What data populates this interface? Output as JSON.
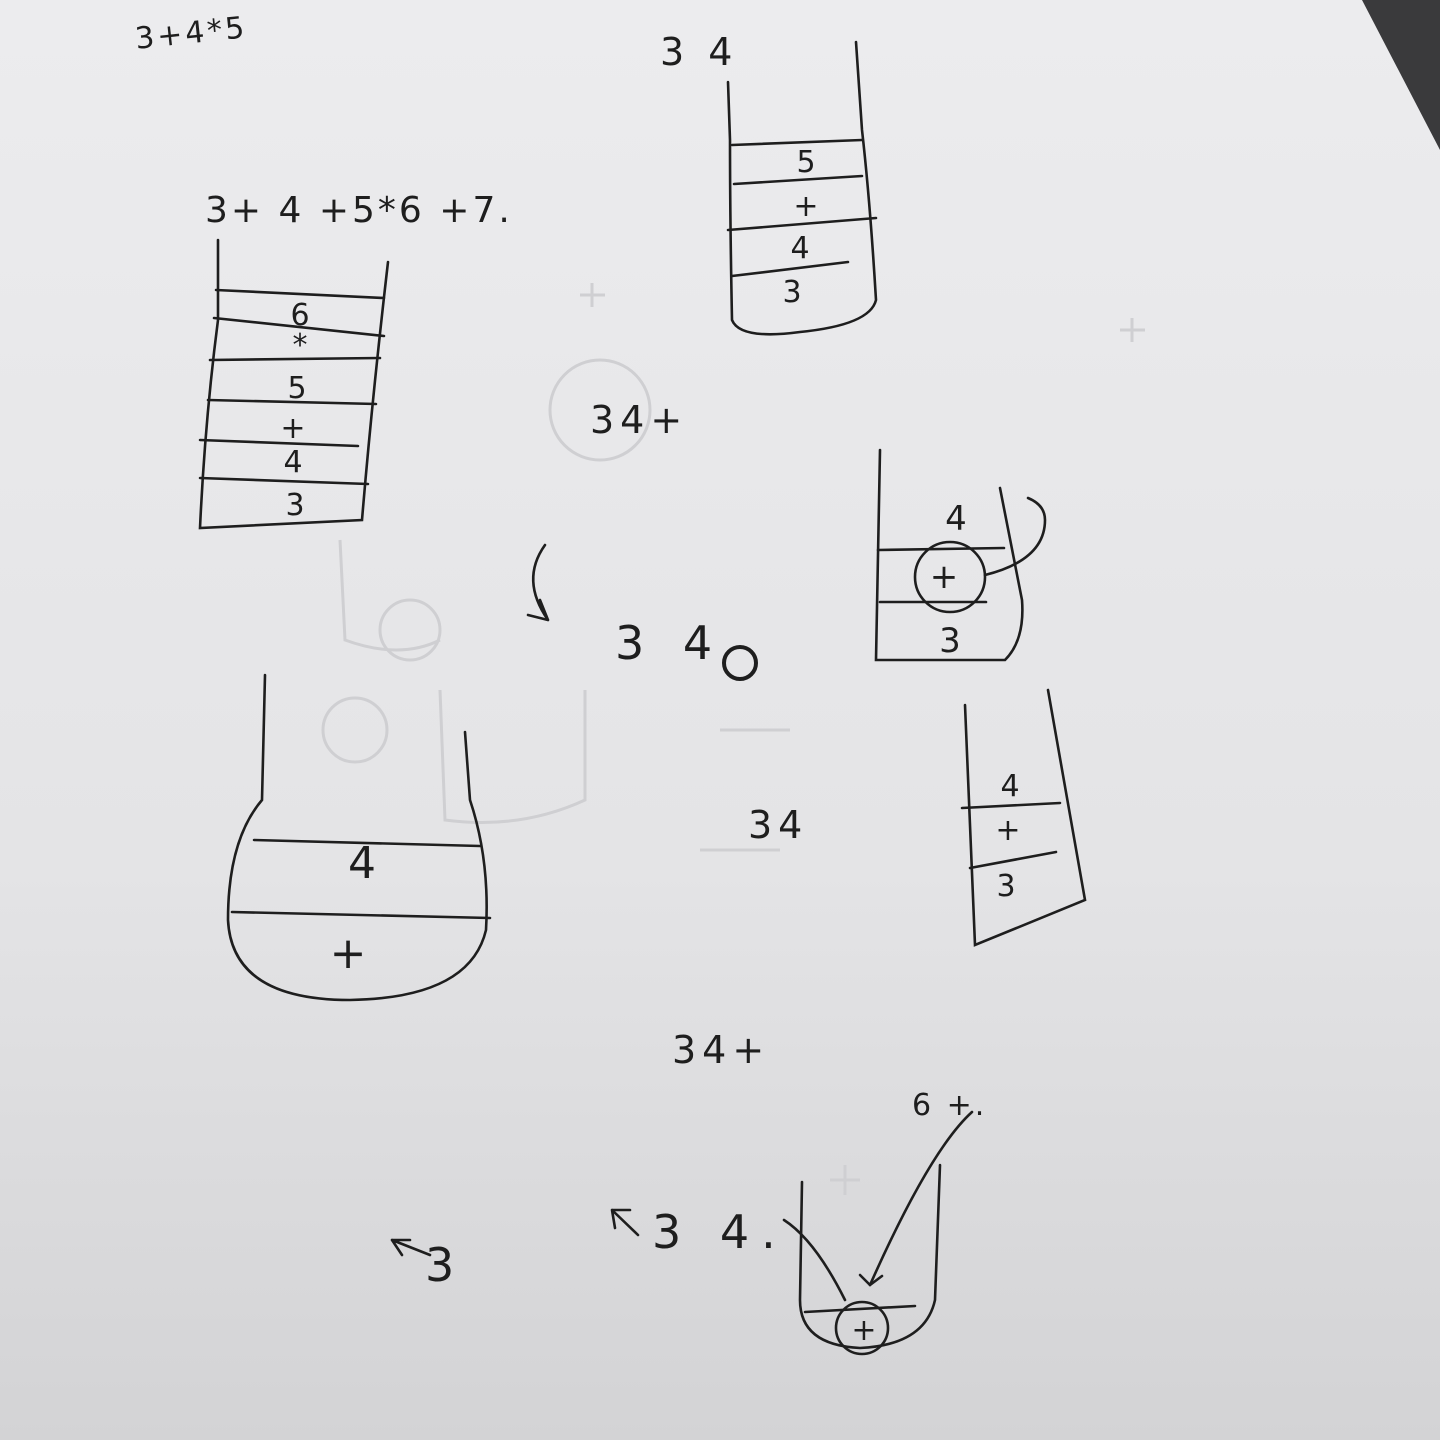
{
  "photo": {
    "paper_color": "#e9e9eb",
    "background_color": "#3a3a3c",
    "ink_color": "#1e1e1e"
  },
  "notes": {
    "expr_top": "3+4*5",
    "label_34_top": "3 4",
    "expr_long": "3+ 4 +5*6 +7.",
    "label_34plus_mid": "34+",
    "label_34_mid": "3 4",
    "label_34_lower": "34",
    "label_34plus_low": "34+",
    "label_3_bottom": "3",
    "label_34_bottom": "3 4.",
    "label_6plus": "6  +."
  },
  "stacks": {
    "tall_left": [
      "6",
      "*",
      "5",
      "+",
      "4",
      "3"
    ],
    "top_right": [
      "5",
      "+",
      "4",
      "3"
    ],
    "mid_right": [
      "4",
      "+",
      "3"
    ],
    "lower_right": [
      "4",
      "+",
      "3"
    ],
    "big_left": [
      "4",
      "+"
    ],
    "bottom": [
      "+"
    ]
  }
}
